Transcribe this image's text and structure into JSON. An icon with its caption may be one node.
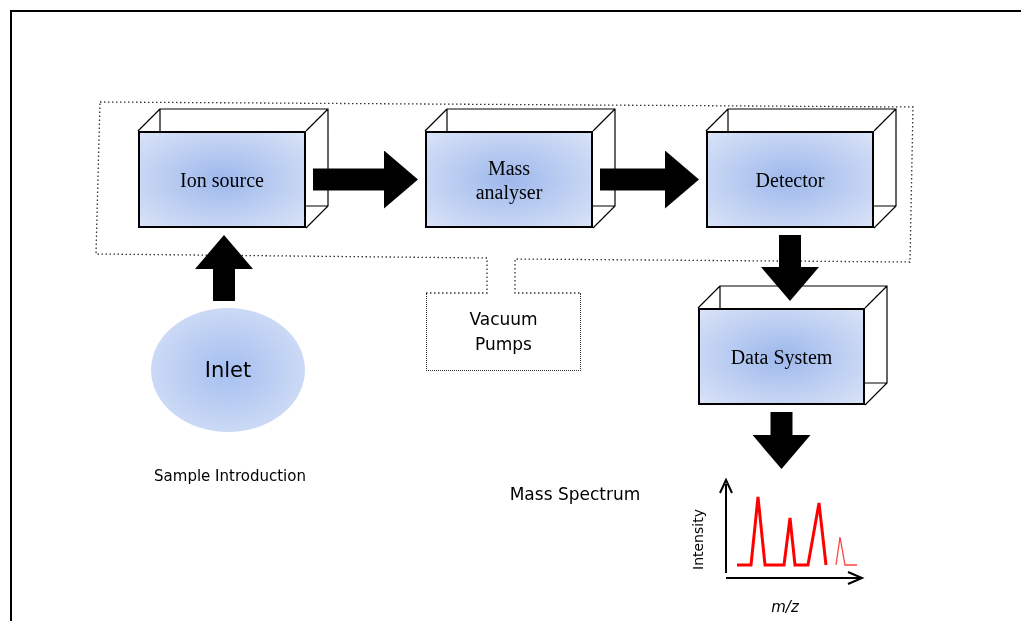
{
  "diagram": {
    "nodes": [
      {
        "text": [
          "Ion source"
        ]
      },
      {
        "text": [
          "Mass analyser"
        ]
      },
      {
        "text": [
          "Detector"
        ]
      },
      {
        "text": [
          "Data System"
        ]
      },
      {
        "text": [
          "Inlet"
        ],
        "beside": [
          "Sample Introduction"
        ]
      },
      {
        "text": [
          "Vacuum Pumps"
        ]
      },
      {
        "text": [],
        "shape": "picture"
      }
    ],
    "edges": [
      {
        "from": 4,
        "to": 0,
        "arrow": "to"
      },
      {
        "from": 0,
        "to": 1,
        "arrow": "to"
      },
      {
        "from": 1,
        "to": 2,
        "arrow": "to"
      },
      {
        "from": 2,
        "to": 3,
        "arrow": "to"
      },
      {
        "from": 3,
        "to": 6,
        "arrow": "to"
      }
    ],
    "labels": [
      "Mass Spectrum",
      "Intensity",
      "m/z"
    ]
  }
}
